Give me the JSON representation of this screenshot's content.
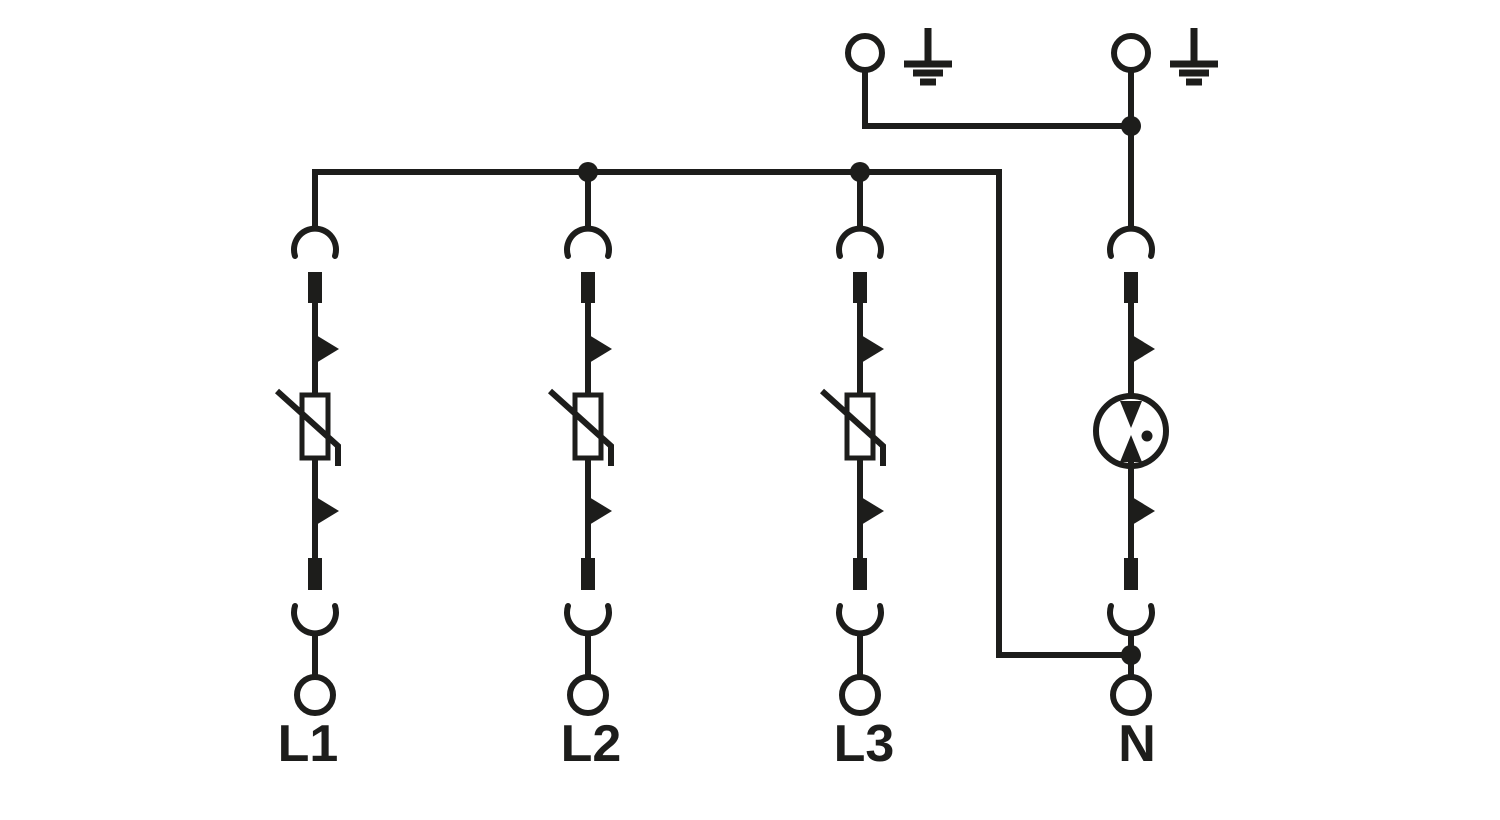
{
  "colors": {
    "line": "#1d1d1b",
    "background": "#ffffff"
  },
  "terminals": [
    {
      "label": "L1"
    },
    {
      "label": "L2"
    },
    {
      "label": "L3"
    },
    {
      "label": "N"
    }
  ],
  "symbols": {
    "earth_icon": "earth-ground-icon",
    "phase_branch": [
      "plug-contact",
      "terminal-bar",
      "disconnect-arrow",
      "varistor",
      "disconnect-arrow",
      "terminal-bar",
      "plug-contact",
      "terminal-circle"
    ],
    "neutral_branch": [
      "plug-contact",
      "terminal-bar",
      "disconnect-arrow",
      "spark-gap",
      "disconnect-arrow",
      "terminal-bar",
      "plug-contact",
      "terminal-circle"
    ]
  }
}
